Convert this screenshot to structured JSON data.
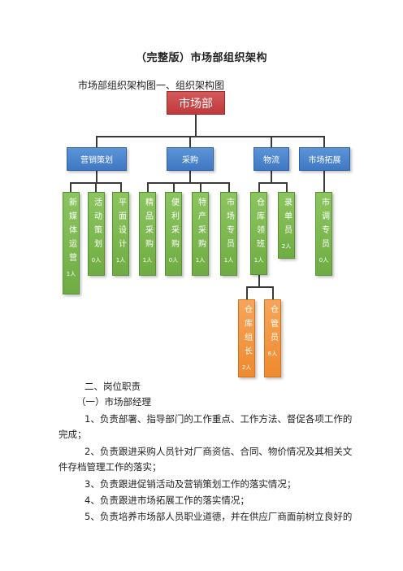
{
  "doc": {
    "title": "（完整版）市场部组织架构",
    "subtitle": "市场部组织架构图一、组织架构图"
  },
  "org": {
    "root": "市场部",
    "departments": [
      "营销策划",
      "采购",
      "物流",
      "市场拓展"
    ],
    "units": {
      "new_media": {
        "name": "新媒体运营",
        "count": "1人"
      },
      "activity": {
        "name": "活动策划",
        "count": "0人"
      },
      "graphic": {
        "name": "平面设计",
        "count": "1人"
      },
      "boutique": {
        "name": "精品采购",
        "count": "1人"
      },
      "convenience": {
        "name": "便利采购",
        "count": "0人"
      },
      "specialty": {
        "name": "特产采购",
        "count": "1人"
      },
      "market_specialist": {
        "name": "市场专员",
        "count": "1人"
      },
      "warehouse_foreman": {
        "name": "仓库领班",
        "count": "1人"
      },
      "dispatcher": {
        "name": "录单员",
        "count": "2人"
      },
      "survey": {
        "name": "市调专员",
        "count": "0人"
      },
      "warehouse_leader": {
        "name": "仓库组长",
        "count": "2人"
      },
      "warehouse_keeper": {
        "name": "仓管员",
        "count": "6人"
      }
    }
  },
  "section": {
    "heading": "二、岗位职责",
    "sub_heading": "（一）市场部经理",
    "items": [
      "1、负责部署、指导部门的工作重点、工作方法、督促各项工作的",
      "完成；",
      "2、负责跟进采购人员针对厂商资信、合同、物价情况及其相关文",
      "件存档管理工作的落实；",
      "3、负责跟进促销活动及营销策划工作的落实情况；",
      "4、负责跟进市场拓展工作的落实情况；",
      "5、负责培养市场部人员职业道德，并在供应厂商面前树立良好的"
    ]
  },
  "colors": {
    "root": "#c0393b",
    "department": "#3f78c2",
    "unit": "#6fac43",
    "sub_unit": "#ef8a2e"
  }
}
